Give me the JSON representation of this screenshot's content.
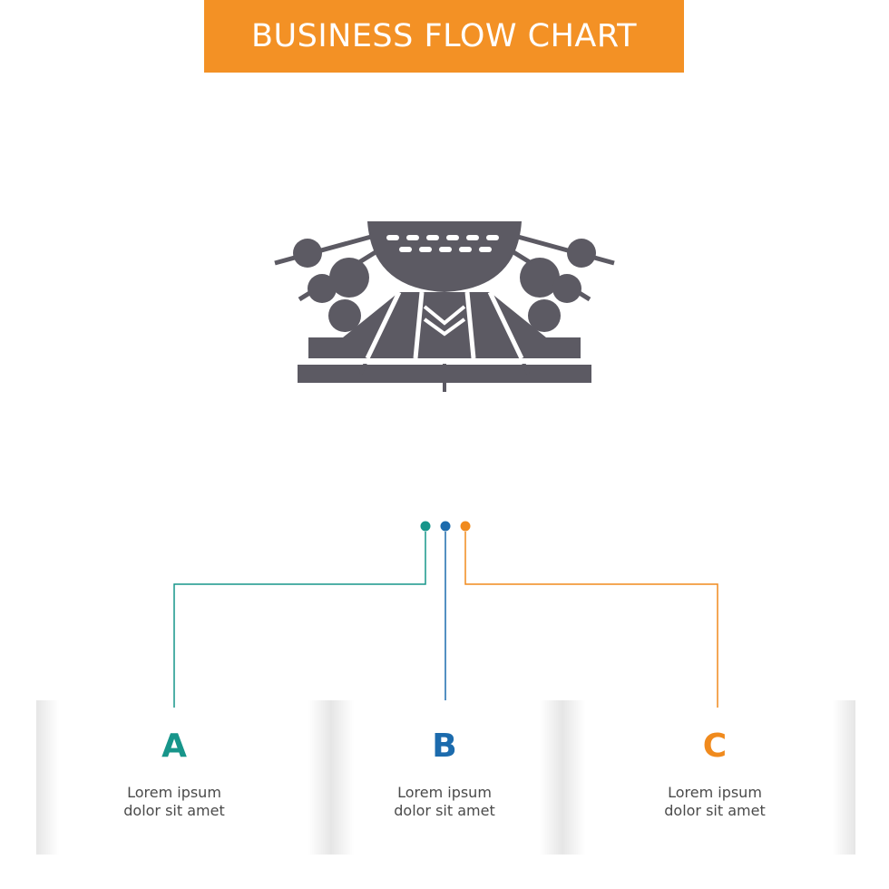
{
  "title": "BUSINESS FLOW CHART",
  "colors": {
    "banner": "#f39125",
    "icon": "#5c5a63",
    "option_a": "#17958a",
    "option_b": "#1c6bad",
    "option_c": "#f08a1d"
  },
  "illustration_icon": "amusement-ride-icon",
  "options": [
    {
      "letter": "A",
      "line1": "Lorem ipsum",
      "line2": "dolor sit amet"
    },
    {
      "letter": "B",
      "line1": "Lorem ipsum",
      "line2": "dolor sit amet"
    },
    {
      "letter": "C",
      "line1": "Lorem ipsum",
      "line2": "dolor sit amet"
    }
  ]
}
